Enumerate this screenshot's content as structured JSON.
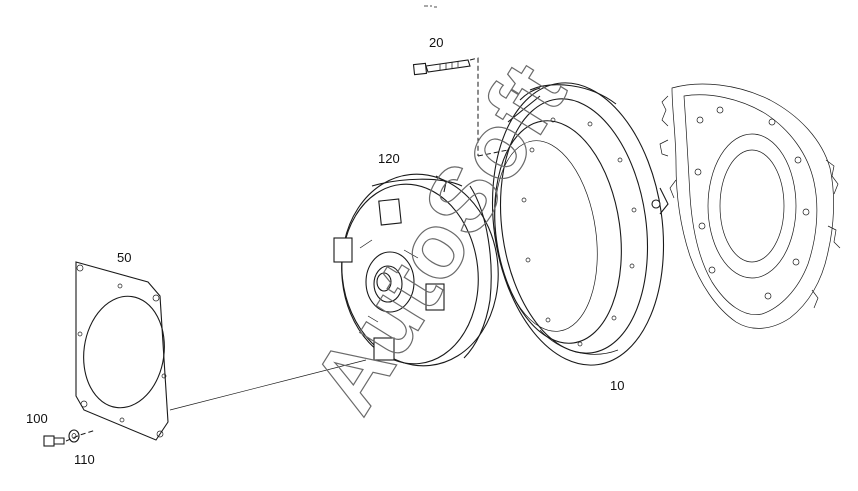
{
  "callouts": {
    "housing": "10",
    "screw": "20",
    "gasket": "50",
    "bolt": "100",
    "washer": "110",
    "converter": "120"
  },
  "watermark": "AutoSoft"
}
